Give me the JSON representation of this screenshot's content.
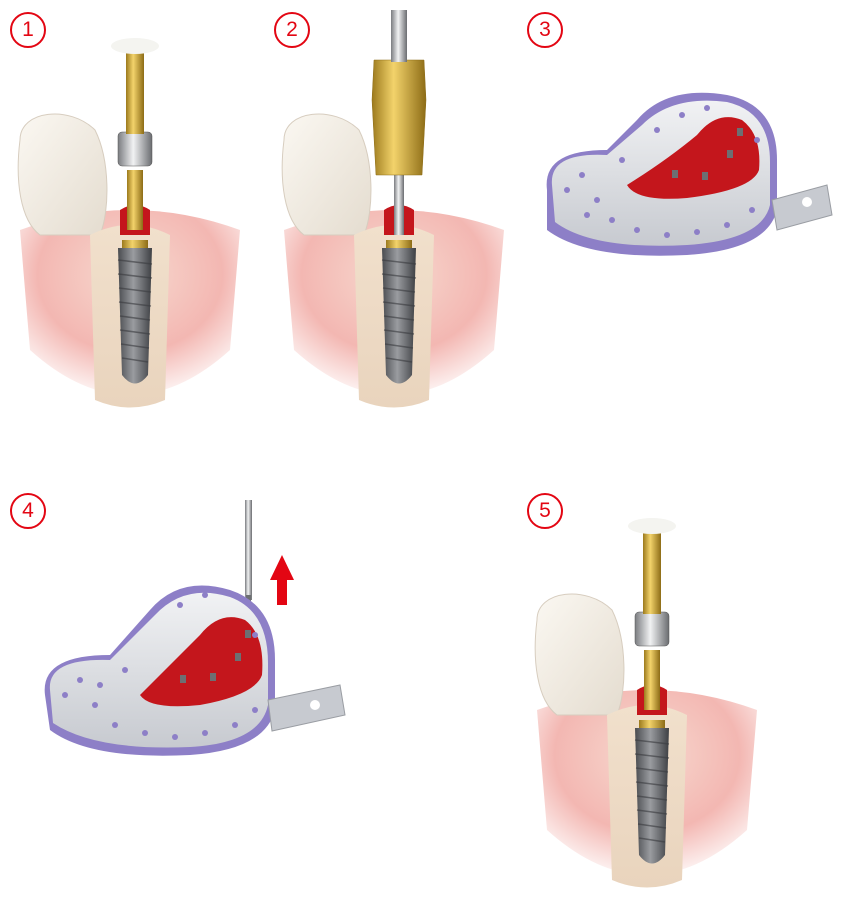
{
  "steps": [
    {
      "number": "1"
    },
    {
      "number": "2"
    },
    {
      "number": "3"
    },
    {
      "number": "4"
    },
    {
      "number": "5"
    }
  ],
  "colors": {
    "accent": "#e30613",
    "gum": "#f6c9c6",
    "tooth": "#f3ede4",
    "implant": "#6d6f72",
    "gold": "#d8b03e",
    "tray": "#dfe1e5",
    "impression": "#c4161c",
    "putty": "#8d7fc7"
  },
  "icons": [
    "implant-icon",
    "impression-tray-icon",
    "screwdriver-icon",
    "up-arrow-icon"
  ]
}
